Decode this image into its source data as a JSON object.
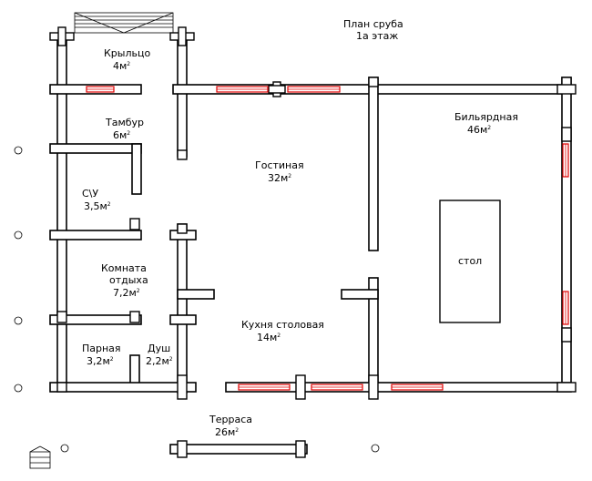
{
  "title": {
    "line1": "План сруба",
    "line2": "1а этаж"
  },
  "rooms": {
    "kryltso": {
      "name": "Крыльцо",
      "area": "4м",
      "unit_sup": "2"
    },
    "tambur": {
      "name": "Тамбур",
      "area": "6м",
      "unit_sup": "2"
    },
    "su": {
      "name": "С\\У",
      "area": "3,5м",
      "unit_sup": "2"
    },
    "komnata": {
      "name_line1": "Комната",
      "name_line2": "отдыха",
      "area": "7,2м",
      "unit_sup": "2"
    },
    "parnaya": {
      "name": "Парная",
      "area": "3,2м",
      "unit_sup": "2"
    },
    "dush": {
      "name": "Душ",
      "area": "2,2м",
      "unit_sup": "2"
    },
    "gostinaya": {
      "name": "Гостиная",
      "area": "32м",
      "unit_sup": "2"
    },
    "kukhnya": {
      "name": "Кухня столовая",
      "area": "14м",
      "unit_sup": "2"
    },
    "bilyardnaya": {
      "name": "Бильярдная",
      "area": "46м",
      "unit_sup": "2"
    },
    "terrasa": {
      "name": "Терраса",
      "area": "26м",
      "unit_sup": "2"
    }
  },
  "furniture": {
    "table_label": "стол"
  },
  "colors": {
    "wall": "#000000",
    "window": "#e00000",
    "background": "#ffffff"
  }
}
